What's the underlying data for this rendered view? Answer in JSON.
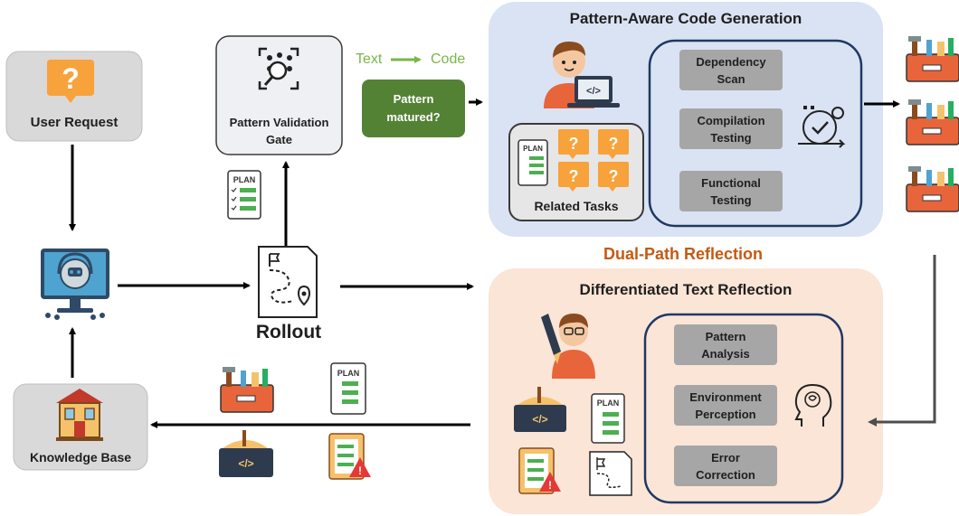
{
  "user_request": {
    "label": "User Request",
    "icon": "question-bubble-icon"
  },
  "knowledge_base": {
    "label": "Knowledge Base",
    "icon": "library-building-icon"
  },
  "rollout": {
    "label": "Rollout",
    "icon": "route-map-icon"
  },
  "agent": {
    "icon": "robot-monitor-icon"
  },
  "validation_gate": {
    "label_line1": "Pattern Validation",
    "label_line2": "Gate",
    "icon": "pattern-search-icon"
  },
  "text_code": {
    "from": "Text",
    "to": "Code",
    "color": "#7ab648"
  },
  "pattern_decision": {
    "line1": "Pattern",
    "line2": "matured?",
    "color": "#548235"
  },
  "code_generation": {
    "title": "Pattern-Aware Code Generation",
    "related_tasks": "Related Tasks",
    "steps": [
      {
        "line1": "Dependency",
        "line2": "Scan"
      },
      {
        "line1": "Compilation",
        "line2": "Testing"
      },
      {
        "line1": "Functional",
        "line2": "Testing"
      }
    ],
    "bg_color": "#dae3f3"
  },
  "dual_path": {
    "label": "Dual-Path Reflection",
    "color": "#c55a11"
  },
  "text_reflection": {
    "title": "Differentiated Text Reflection",
    "steps": [
      {
        "line1": "Pattern",
        "line2": "Analysis"
      },
      {
        "line1": "Environment",
        "line2": "Perception"
      },
      {
        "line1": "Error",
        "line2": "Correction"
      }
    ],
    "bg_color": "#fbe5d6"
  },
  "plan_text": "PLAN",
  "code_glyph": "</>"
}
